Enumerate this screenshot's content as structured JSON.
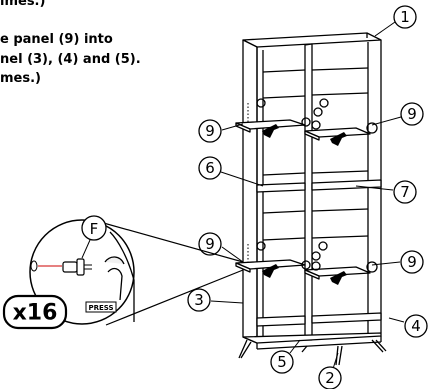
{
  "instructions": [
    {
      "before": "",
      "ref": "",
      "after": "imes.)"
    },
    {
      "before": "e panel ",
      "ref": "(9)",
      "after": " into"
    },
    {
      "before": "nel ",
      "ref": "(3), (4)",
      "after": " and ",
      "ref2": "(5)."
    },
    {
      "before": "mes.)",
      "ref": "",
      "after": ""
    }
  ],
  "callouts": {
    "c1": "1",
    "c2": "2",
    "c3": "3",
    "c4": "4",
    "c5": "5",
    "c6": "6",
    "c7": "7",
    "c9a": "9",
    "c9b": "9",
    "c9c": "9",
    "c9d": "9"
  },
  "detail": {
    "fitting_label": "F",
    "quantity": "x16",
    "press_label": "PRESS"
  }
}
